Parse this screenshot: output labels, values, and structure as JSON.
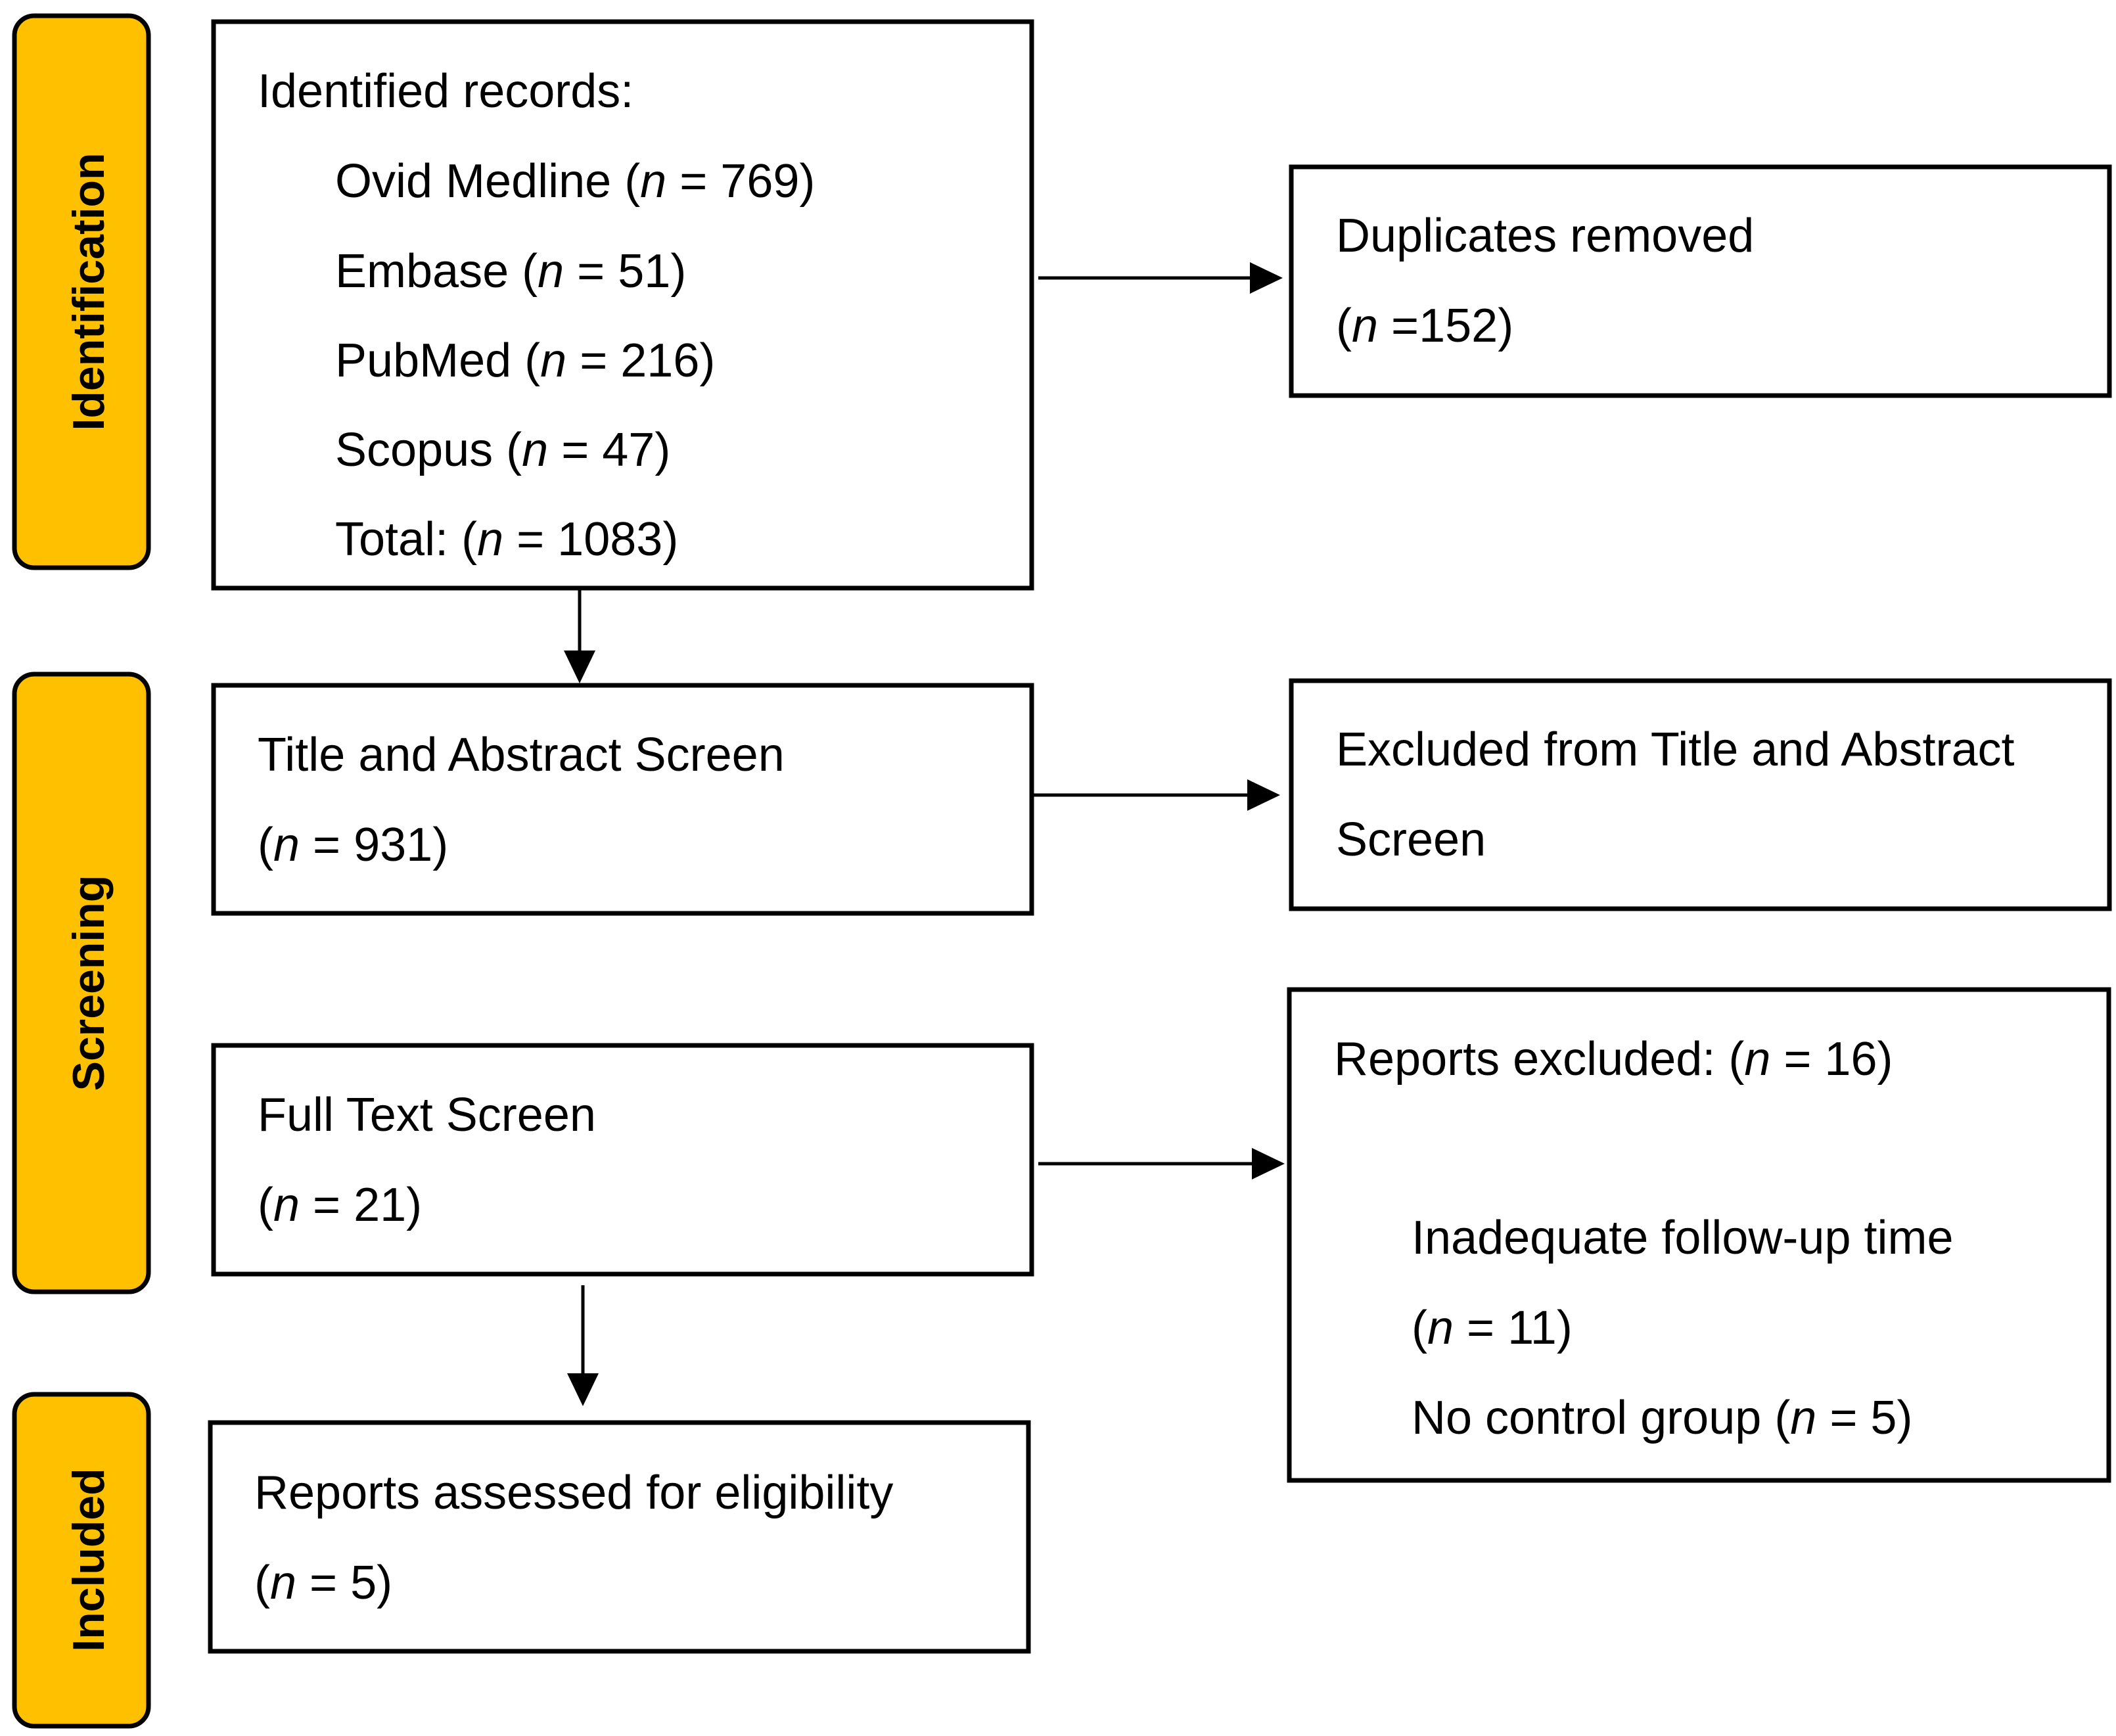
{
  "stages": {
    "identification": "Identification",
    "screening": "Screening",
    "included": "Included"
  },
  "identified_box": {
    "heading": "Identified records:",
    "sources": [
      {
        "name": "Ovid Medline",
        "open": " (",
        "var": "n",
        "rest": " = 769)"
      },
      {
        "name": "Embase",
        "open": " (",
        "var": "n",
        "rest": " = 51)"
      },
      {
        "name": "PubMed",
        "open": " (",
        "var": "n",
        "rest": " = 216)"
      },
      {
        "name": "Scopus",
        "open": " (",
        "var": "n",
        "rest": " = 47)"
      }
    ],
    "total": {
      "name": "Total:",
      "open": " (",
      "var": "n",
      "rest": " = 1083)"
    }
  },
  "duplicates_box": {
    "line1": "Duplicates removed",
    "count": {
      "open": "(",
      "var": "n",
      "rest": " =152)"
    }
  },
  "title_abstract_box": {
    "line1": "Title and Abstract Screen",
    "count": {
      "open": "(",
      "var": "n",
      "rest": " = 931)"
    }
  },
  "excluded_title_box": {
    "line1": "Excluded from Title and Abstract",
    "line2": "Screen"
  },
  "full_text_box": {
    "line1": "Full Text Screen",
    "count": {
      "open": "(",
      "var": "n",
      "rest": " = 21)"
    }
  },
  "reports_excluded_box": {
    "heading": "Reports excluded: ",
    "heading_count": {
      "open": "(",
      "var": "n",
      "rest": " = 16)"
    },
    "reason1": "Inadequate follow-up time",
    "reason1_count": {
      "open": "(",
      "var": "n",
      "rest": " = 11)"
    },
    "reason2": "No control group ",
    "reason2_count": {
      "open": "(",
      "var": "n",
      "rest": " = 5)"
    }
  },
  "assessed_box": {
    "line1": "Reports assessed for eligibility",
    "count": {
      "open": "(",
      "var": "n",
      "rest": " = 5)"
    }
  },
  "colors": {
    "stage_fill": "#FFC000",
    "stroke": "#000000",
    "box_fill": "#FFFFFF"
  }
}
